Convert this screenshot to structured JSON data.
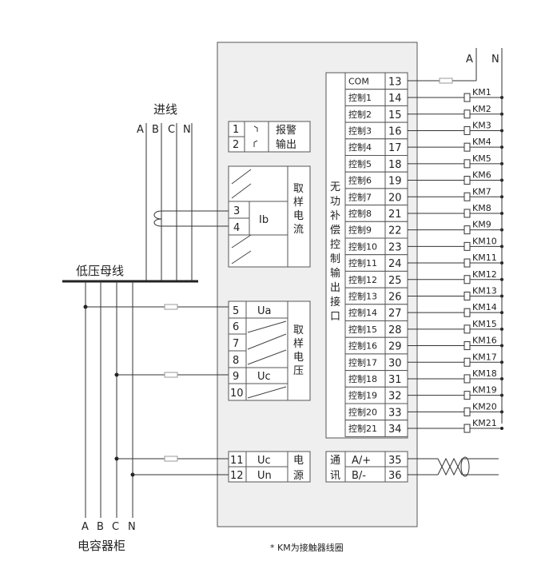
{
  "incoming_label": "进线",
  "phases": [
    "A",
    "B",
    "C",
    "N"
  ],
  "busbar_label": "低压母线",
  "cabinet_phases": [
    "A",
    "B",
    "C",
    "N"
  ],
  "cabinet_label": "电容器柜",
  "top_supply": [
    "A",
    "N"
  ],
  "alarm": {
    "terminals": [
      "1",
      "2"
    ],
    "label": [
      "报警",
      "输出"
    ]
  },
  "current_sampling": {
    "terminals": [
      "3",
      "4"
    ],
    "name": "Ib",
    "label": [
      "取",
      "样",
      "电",
      "流"
    ]
  },
  "voltage_sampling": {
    "terminals": [
      "5",
      "6",
      "7",
      "8",
      "9",
      "10"
    ],
    "names": [
      "Ua",
      "",
      "",
      "",
      "Uc",
      ""
    ],
    "label": [
      "取",
      "样",
      "电",
      "压"
    ]
  },
  "power": {
    "terminals": [
      "11",
      "12"
    ],
    "names": [
      "Uc",
      "Un"
    ],
    "label": [
      "电",
      "源"
    ]
  },
  "comm": {
    "label": [
      "通",
      "讯"
    ],
    "names": [
      "A/+",
      "B/-"
    ],
    "terminals": [
      "35",
      "36"
    ]
  },
  "output_group_label": [
    "无",
    "功",
    "补",
    "偿",
    "控",
    "制",
    "输",
    "出",
    "接",
    "口"
  ],
  "outputs": [
    {
      "name": "COM",
      "term": "13",
      "km": ""
    },
    {
      "name": "控制1",
      "term": "14",
      "km": "KM1"
    },
    {
      "name": "控制2",
      "term": "15",
      "km": "KM2"
    },
    {
      "name": "控制3",
      "term": "16",
      "km": "KM3"
    },
    {
      "name": "控制4",
      "term": "17",
      "km": "KM4"
    },
    {
      "name": "控制5",
      "term": "18",
      "km": "KM5"
    },
    {
      "name": "控制6",
      "term": "19",
      "km": "KM6"
    },
    {
      "name": "控制7",
      "term": "20",
      "km": "KM7"
    },
    {
      "name": "控制8",
      "term": "21",
      "km": "KM8"
    },
    {
      "name": "控制9",
      "term": "22",
      "km": "KM9"
    },
    {
      "name": "控制10",
      "term": "23",
      "km": "KM10"
    },
    {
      "name": "控制11",
      "term": "24",
      "km": "KM11"
    },
    {
      "name": "控制12",
      "term": "25",
      "km": "KM12"
    },
    {
      "name": "控制13",
      "term": "26",
      "km": "KM13"
    },
    {
      "name": "控制14",
      "term": "27",
      "km": "KM14"
    },
    {
      "name": "控制15",
      "term": "28",
      "km": "KM15"
    },
    {
      "name": "控制16",
      "term": "29",
      "km": "KM16"
    },
    {
      "name": "控制17",
      "term": "30",
      "km": "KM17"
    },
    {
      "name": "控制18",
      "term": "31",
      "km": "KM18"
    },
    {
      "name": "控制19",
      "term": "32",
      "km": "KM19"
    },
    {
      "name": "控制20",
      "term": "33",
      "km": "KM20"
    },
    {
      "name": "控制21",
      "term": "34",
      "km": "KM21"
    }
  ],
  "footnote": "* KM为接触器线圈"
}
